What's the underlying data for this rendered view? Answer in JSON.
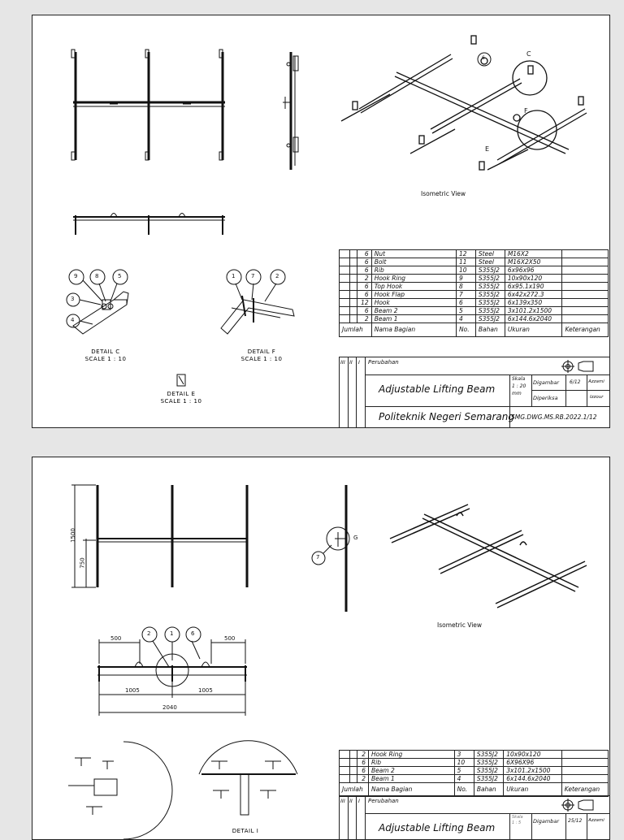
{
  "sheet1": {
    "isometric_label": "Isometric View",
    "iso_callouts": {
      "c": "C",
      "f": "F",
      "e": "E",
      "n6": "6"
    },
    "detail_c": {
      "title": "DETAIL C",
      "scale": "SCALE 1 : 10",
      "balloons": [
        "9",
        "8",
        "5",
        "3",
        "4"
      ]
    },
    "detail_f": {
      "title": "DETAIL F",
      "scale": "SCALE 1 : 10",
      "balloons": [
        "1",
        "7",
        "2"
      ]
    },
    "detail_e": {
      "title": "DETAIL E",
      "scale": "SCALE 1 : 10"
    },
    "bom": [
      {
        "qty": "6",
        "name": "Nut",
        "no": "12",
        "material": "Steel",
        "size": "M16X2"
      },
      {
        "qty": "6",
        "name": "Bolt",
        "no": "11",
        "material": "Steel",
        "size": "M16X2X50"
      },
      {
        "qty": "6",
        "name": "Rib",
        "no": "10",
        "material": "S355J2",
        "size": "6x96x96"
      },
      {
        "qty": "2",
        "name": "Hook Ring",
        "no": "9",
        "material": "S355J2",
        "size": "10x90x120"
      },
      {
        "qty": "6",
        "name": "Top Hook",
        "no": "8",
        "material": "S355J2",
        "size": "6x95.1x190"
      },
      {
        "qty": "6",
        "name": "Hook Flap",
        "no": "7",
        "material": "S355J2",
        "size": "6x42x272.3"
      },
      {
        "qty": "12",
        "name": "Hook",
        "no": "6",
        "material": "S355J2",
        "size": "6x139x350"
      },
      {
        "qty": "6",
        "name": "Beam 2",
        "no": "5",
        "material": "S355J2",
        "size": "3x101.2x1500"
      },
      {
        "qty": "2",
        "name": "Beam 1",
        "no": "4",
        "material": "S355J2",
        "size": "6x144.6x2040"
      }
    ],
    "header": {
      "qty": "Jumlah",
      "name": "Nama Bagian",
      "no": "No.",
      "material": "Bahan",
      "size": "Ukuran",
      "note": "Keterangan"
    },
    "revisions": {
      "r3": "III",
      "r2": "II",
      "r1": "I",
      "label": "Perubahan"
    },
    "title": "Adjustable Lifting Beam",
    "skala_label": "Skala",
    "skala_value": "1 : 20",
    "unit": "mm",
    "digambar_label": "Digambar",
    "digambar_date": "6/12",
    "digambar_name": "Azzami",
    "diperiksa_label": "Diperiksa",
    "diperiksa_name": "Izzour",
    "institution": "Politeknik Negeri Semarang",
    "drawing_no": "SMG.DWG.MS.RB.2022.1/12"
  },
  "sheet2": {
    "isometric_label": "Isometric View",
    "dims": {
      "d1500": "1500",
      "d750": "750",
      "d500a": "500",
      "d500b": "500",
      "d1005a": "1005",
      "d1005b": "1005",
      "d2040": "2040"
    },
    "balloons": {
      "g7": "7",
      "b2": "2",
      "b1": "1",
      "b6": "6"
    },
    "g_label": "G",
    "detail_i": "DETAIL I",
    "bom": [
      {
        "qty": "2",
        "name": "Hook Ring",
        "no": "3",
        "material": "S355J2",
        "size": "10x90x120"
      },
      {
        "qty": "6",
        "name": "Rib",
        "no": "10",
        "material": "S355J2",
        "size": "6X96X96"
      },
      {
        "qty": "6",
        "name": "Beam 2",
        "no": "5",
        "material": "S355J2",
        "size": "3x101.2x1500"
      },
      {
        "qty": "2",
        "name": "Beam 1",
        "no": "4",
        "material": "S355J2",
        "size": "6x144.6x2040"
      }
    ],
    "header": {
      "qty": "Jumlah",
      "name": "Nama Bagian",
      "no": "No.",
      "material": "Bahan",
      "size": "Ukuran",
      "note": "Keterangan"
    },
    "revisions": {
      "r3": "III",
      "r2": "II",
      "r1": "I",
      "label": "Perubahan"
    },
    "title": "Adjustable Lifting Beam",
    "skala_label": "Skala",
    "skala_value": "1 : 5",
    "digambar_label": "Digambar",
    "digambar_date": "25/12",
    "digambar_name": "Azzami"
  }
}
